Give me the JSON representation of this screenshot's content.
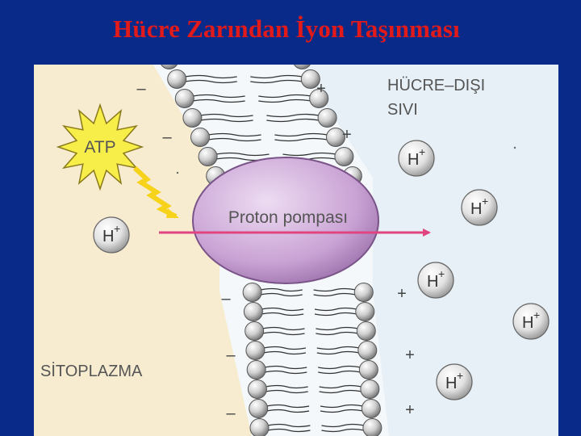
{
  "title": "Hücre Zarından İyon Taşınması",
  "labels": {
    "extracellular": [
      "HÜCRE–DIŞI",
      "SIVI"
    ],
    "cytoplasm": "SİTOPLAZMA",
    "pump": "Proton pompası",
    "atp": "ATP",
    "ion_base": "H",
    "ion_charge": "+",
    "plus": "+",
    "minus": "–"
  },
  "colors": {
    "background": "#0a2a8a",
    "title": "#e21a1a",
    "cytoplasm": "#f7ecd0",
    "extracellular": "#e6f0f6",
    "pump": "#c9a2d4",
    "arrow": "#e0457f",
    "atp_burst": "#f7ee4a",
    "lipid_head": "#c4c4c4"
  }
}
